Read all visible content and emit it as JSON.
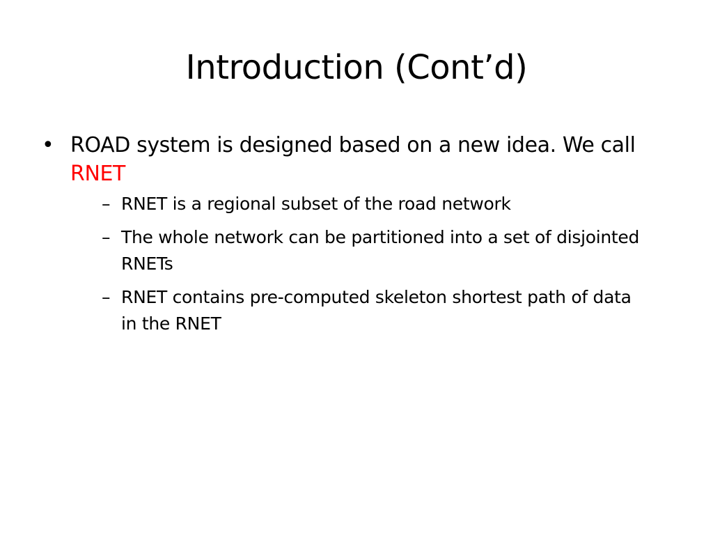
{
  "slide": {
    "title": "Introduction (Cont’d)",
    "bullet_symbol": "•",
    "dash_symbol": "–",
    "accent_color": "#ff0000",
    "main_point": {
      "text_before": "ROAD system is designed based on a new idea. We call ",
      "highlight": "RNET"
    },
    "sub_points": [
      "RNET is a regional subset of the road network",
      "The whole network can be partitioned into a set of disjointed RNETs",
      "RNET contains pre-computed skeleton shortest path of data in the RNET"
    ]
  }
}
